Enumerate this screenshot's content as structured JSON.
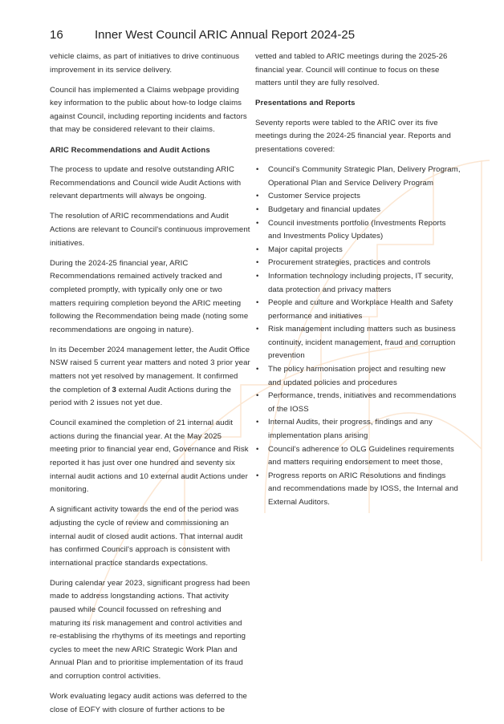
{
  "header": {
    "page_number": "16",
    "title": "Inner West Council ARIC Annual Report 2024-25"
  },
  "left": {
    "p1": "vehicle claims, as part of initiatives to drive continuous improvement in its service delivery.",
    "p2": "Council has implemented a Claims webpage providing key information to the public about how-to lodge claims against Council, including reporting incidents and factors that may be considered relevant to their claims.",
    "heading": "ARIC Recommendations and Audit Actions",
    "p3": "The process to update and resolve outstanding ARIC Recommendations and Council wide Audit Actions with relevant departments will always be ongoing.",
    "p4": "The resolution of ARIC recommendations and Audit Actions are relevant to Council's continuous improvement initiatives.",
    "p5": "During the 2024-25 financial year, ARIC Recommendations remained actively tracked and completed promptly, with typically only one or two matters requiring completion beyond the ARIC meeting following the Recommendation being made (noting some recommendations are ongoing in nature).",
    "p6a": "In its December 2024 management letter, the Audit Office NSW raised 5 current year matters and noted 3 prior year matters not yet resolved by management. It confirmed the completion of ",
    "p6b": "3",
    "p6c": " external Audit Actions during the period with 2 issues not yet due.",
    "p7": "Council examined the completion of 21 internal audit actions during the financial year. At the May 2025 meeting prior to financial year end, Governance and Risk reported it has just over one hundred and seventy six internal audit actions and 10 external audit Actions under monitoring.",
    "p8": "A significant activity towards the end of the period was adjusting the cycle of review and commissioning an internal audit of closed audit actions. That internal audit has confirmed Council's approach is consistent with international practice standards expectations.",
    "p9": "During calendar year 2023, significant progress had been made to address longstanding actions. That activity paused while Council focussed on refreshing and maturing its risk management and control activities and re-establising the rhythyms of its meetings and reporting cycles to meet the new ARIC Strategic Work Plan and Annual Plan and to prioritise implementation of its fraud and corruption control activities.",
    "p10": "Work evaluating legacy audit actions was deferred to the close of EOFY with closure of further actions to be"
  },
  "right": {
    "p1": "vetted and tabled to ARIC meetings during the 2025-26 financial year. Council will continue to focus on these matters until they are fully resolved.",
    "heading": "Presentations and Reports",
    "p2": "Seventy reports were tabled to the ARIC over its five meetings during the 2024-25 financial year. Reports and presentations covered:",
    "items": [
      "Council's Community Strategic Plan, Delivery Program, Operational Plan and Service Delivery Program",
      "Customer Service projects",
      "Budgetary and financial updates",
      "Council investments portfolio (Investments Reports and Investments Policy Updates)",
      "Major capital projects",
      "Procurement strategies, practices and controls",
      "Information technology including projects, IT security, data protection and privacy matters",
      "People and culture and Workplace Health and Safety performance and initiatives",
      "Risk management including matters such as business continuity, incident management, fraud and corruption prevention",
      "The policy harmonisation project and resulting new and updated policies and procedures",
      "Performance, trends, initiatives and recommendations of the IOSS",
      "Internal Audits, their progress, findings and any implementation plans arising",
      "Council's adherence to OLG Guidelines requirements and matters requiring endorsement to meet those,",
      "Progress reports on ARIC Resolutions and findings and recommendations made by IOSS, the Internal and External Auditors."
    ]
  },
  "colors": {
    "watermark": "#fbe3cc",
    "text": "#2b2b2b"
  }
}
